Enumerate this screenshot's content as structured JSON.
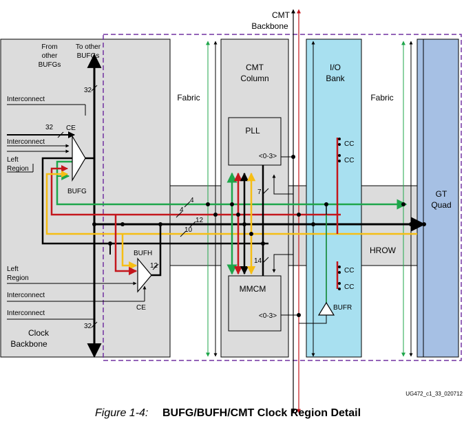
{
  "labels": {
    "cmt_backbone_1": "CMT",
    "cmt_backbone_2": "Backbone",
    "from_bufgs_1": "From",
    "from_bufgs_2": "other",
    "from_bufgs_3": "BUFGs",
    "to_bufgs_1": "To other",
    "to_bufgs_2": "BUFGs",
    "fabric_left": "Fabric",
    "fabric_right": "Fabric",
    "cmt_column_1": "CMT",
    "cmt_column_2": "Column",
    "io_bank_1": "I/O",
    "io_bank_2": "Bank",
    "interconnect_1": "Interconnect",
    "interconnect_2": "Interconnect",
    "interconnect_3": "Interconnect",
    "interconnect_4": "Interconnect",
    "ce_top": "CE",
    "ce_bottom": "CE",
    "left_region_top_1": "Left",
    "left_region_top_2": "Region",
    "left_region_bottom_1": "Left",
    "left_region_bottom_2": "Region",
    "bufg": "BUFG",
    "bufh": "BUFH",
    "pll": "PLL",
    "mmcm": "MMCM",
    "pll_port": "<0-3>",
    "mmcm_port": "<0-3>",
    "cc_1": "CC",
    "cc_2": "CC",
    "cc_3": "CC",
    "cc_4": "CC",
    "gt_quad_1": "GT",
    "gt_quad_2": "Quad",
    "hrow": "HROW",
    "bufr": "BUFR",
    "clock_backbone_1": "Clock",
    "clock_backbone_2": "Backbone",
    "bus_32_top": "32",
    "bus_32_ce": "32",
    "bus_32_bottom": "32",
    "bus_7": "7",
    "bus_14": "14",
    "bus_4_a": "4",
    "bus_4_b": "4",
    "bus_12_hrow": "12",
    "bus_10": "10",
    "bus_12_bufh": "12",
    "doc_code": "UG472_c1_33_020712"
  },
  "caption": {
    "number": "Figure 1-4:",
    "title": "BUFG/BUFH/CMT Clock Region Detail"
  },
  "colors": {
    "box_gray": "#dcdcdc",
    "io_blue": "#a8e0f0",
    "gt_blue": "#a6c0e4",
    "region_purple": "#7030a0",
    "green": "#1ea64a",
    "red": "#c4161c",
    "yellow": "#f6be14",
    "black": "#000000"
  }
}
